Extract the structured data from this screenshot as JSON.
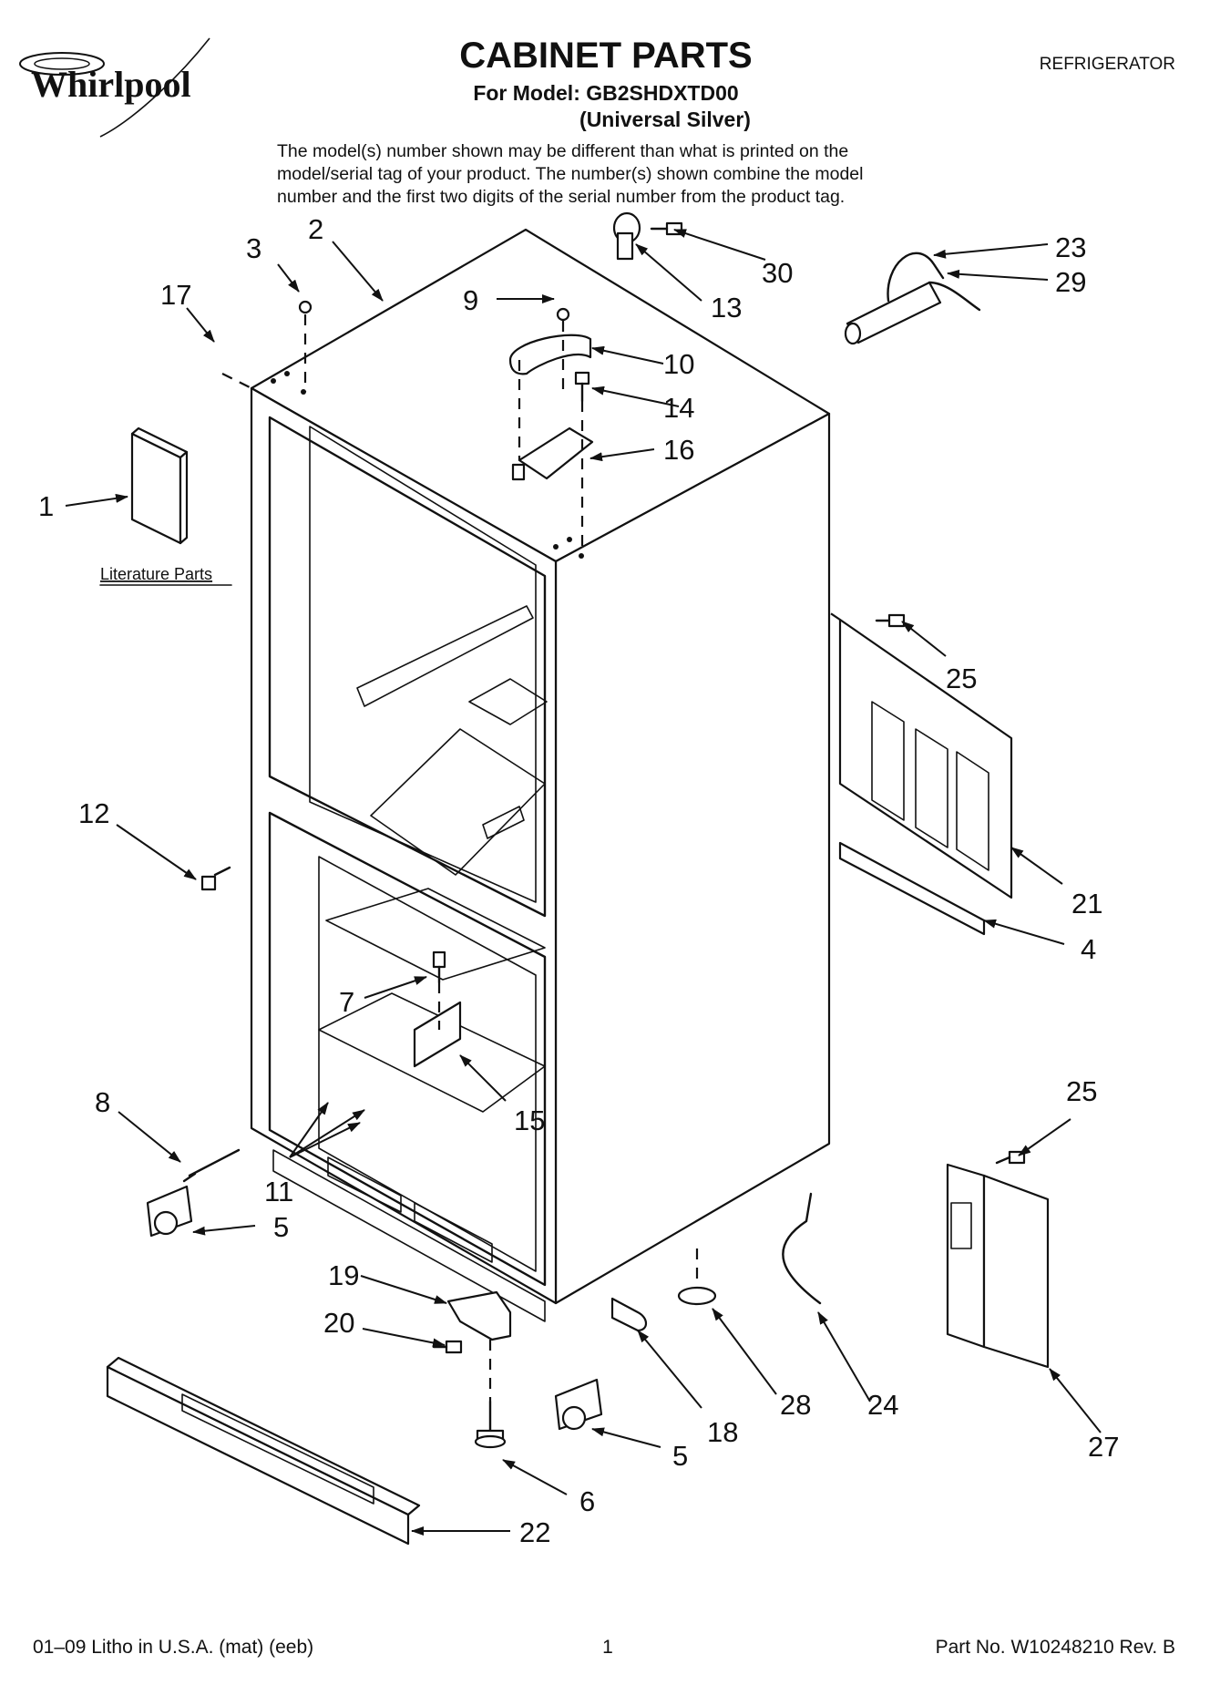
{
  "header": {
    "brand": "Whirlpool",
    "title": "CABINET PARTS",
    "model_line": "For Model: GB2SHDXTD00",
    "color_line": "(Universal Silver)",
    "category": "REFRIGERATOR",
    "disclaimer": [
      "The model(s) number shown may be different than what is printed on the",
      "model/serial tag of your product. The number(s) shown combine the model",
      "number and the first two digits of the serial number from the product tag."
    ]
  },
  "diagram": {
    "literature_label": "Literature Parts",
    "callouts": [
      "1",
      "2",
      "3",
      "4",
      "5",
      "5",
      "6",
      "7",
      "8",
      "9",
      "10",
      "11",
      "12",
      "13",
      "14",
      "15",
      "16",
      "17",
      "18",
      "19",
      "20",
      "21",
      "22",
      "23",
      "24",
      "25",
      "25",
      "27",
      "28",
      "29",
      "30"
    ]
  },
  "footer": {
    "print_info": "01–09 Litho in U.S.A. (mat) (eeb)",
    "page": "1",
    "part_no": "Part No. W10248210 Rev. B"
  }
}
